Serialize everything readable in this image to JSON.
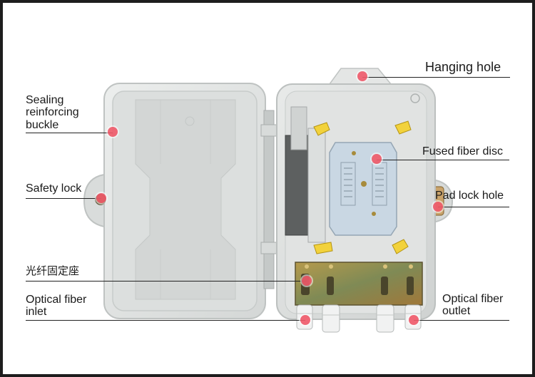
{
  "labels": {
    "hanging_hole": "Hanging hole",
    "sealing": [
      "Sealing",
      "reinforcing",
      "buckle"
    ],
    "fused_fiber_disc": "Fused fiber disc",
    "safety_lock": "Safety lock",
    "pad_lock_hole": "Pad lock hole",
    "fixing_seat": "光纤固定座",
    "optical_fiber_inlet": [
      "Optical fiber",
      "inlet"
    ],
    "optical_fiber_outlet": [
      "Optical fiber",
      "outlet"
    ]
  },
  "colors": {
    "marker": "#f05a6a",
    "box_body": "#e2e4e3",
    "box_edge": "#c9cccb",
    "bracket": "#9a8a3a",
    "frame": "#1d1d1d",
    "text": "#1a1a1a"
  }
}
